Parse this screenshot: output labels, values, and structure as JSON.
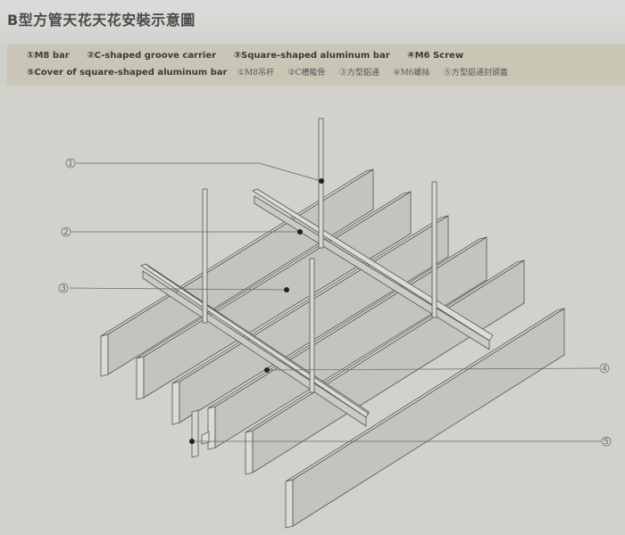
{
  "title": "B型方管天花天花安裝示意圖",
  "legend": {
    "en": [
      "①M8 bar",
      "②C-shaped groove carrier",
      "③Square-shaped aluminum bar",
      "④M6 Screw",
      "⑤Cover of square-shaped aluminum bar"
    ],
    "cn": [
      "①M8吊杆",
      "②C槽龍骨",
      "③方型鋁通",
      "④M6螺絲",
      "⑤方型鋁通封頭蓋"
    ]
  },
  "callouts": [
    "1",
    "2",
    "3",
    "4",
    "5"
  ],
  "colors": {
    "background": "#d2d1cc",
    "legend_band": "#c9c6b6",
    "part_fill": "#c4c3bf",
    "line": "#555555"
  }
}
